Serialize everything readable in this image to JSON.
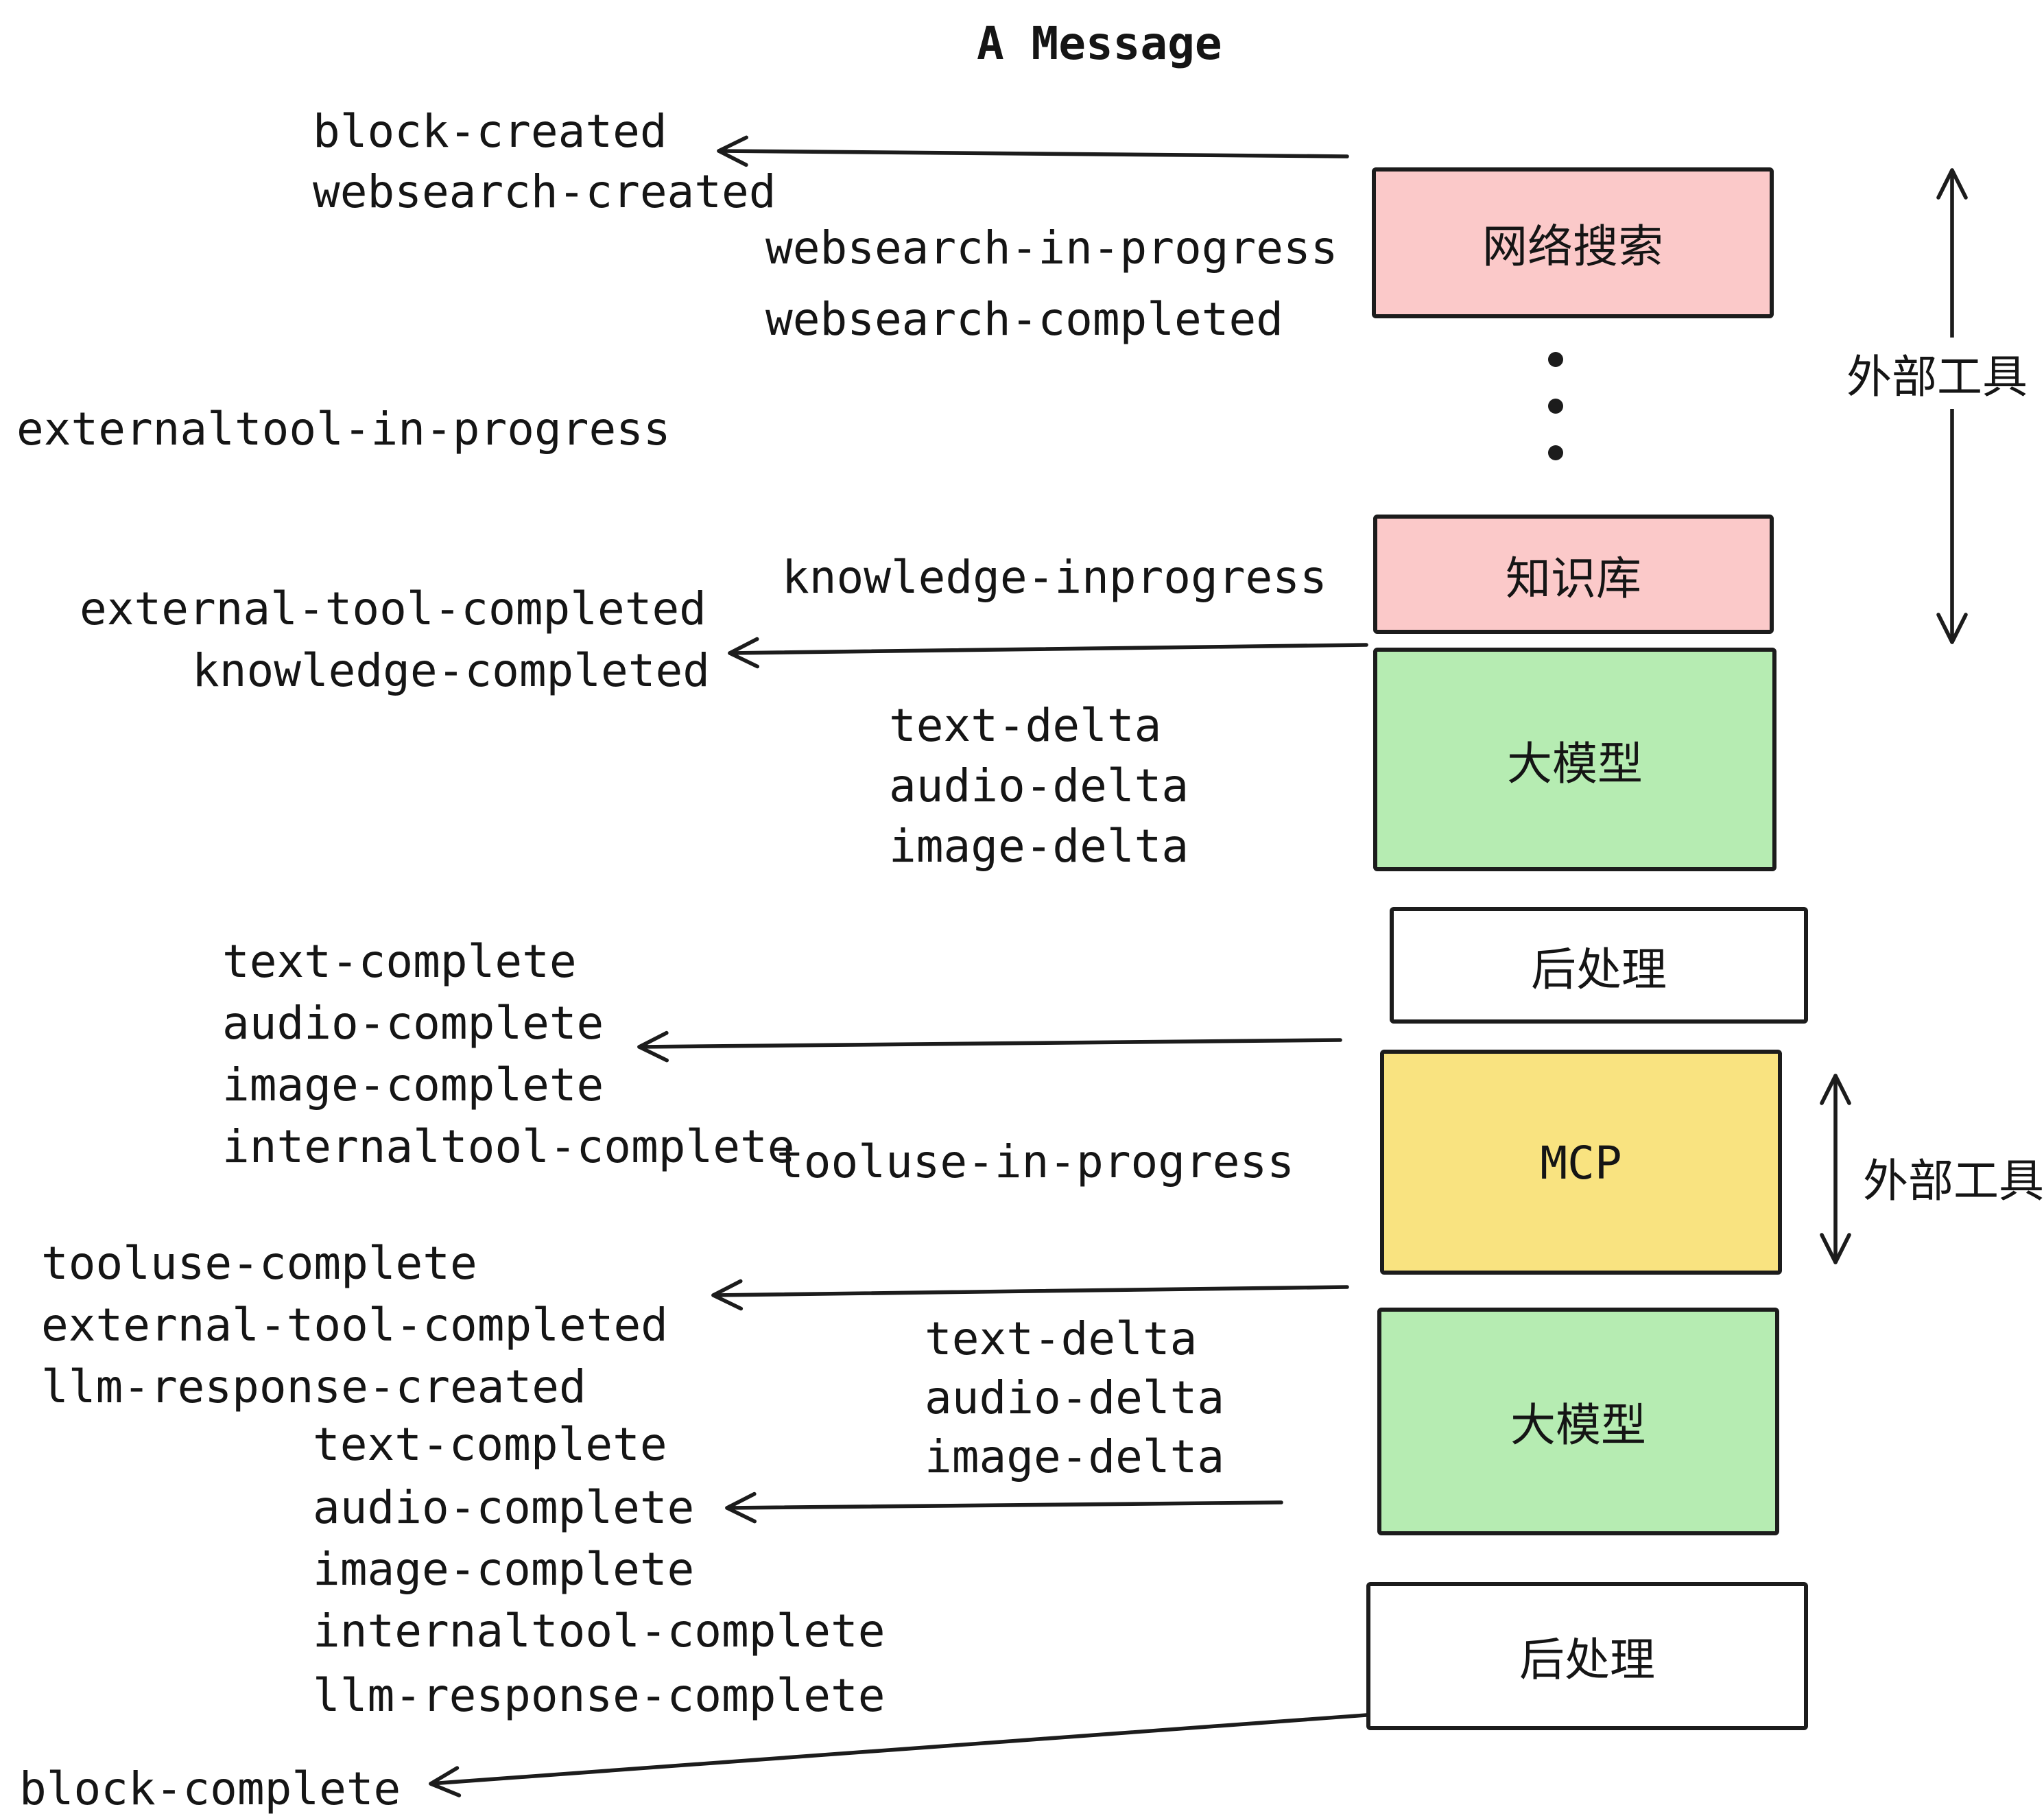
{
  "title": "A Message",
  "events": {
    "block_created": "block-created",
    "websearch_created": "websearch-created",
    "websearch_in_progress": "websearch-in-progress",
    "websearch_completed": "websearch-completed",
    "externaltool_in_progress": "externaltool-in-progress",
    "knowledge_inprogress": "knowledge-inprogress",
    "external_tool_completed_1": "external-tool-completed",
    "knowledge_completed": "knowledge-completed",
    "text_delta_1": "text-delta",
    "audio_delta_1": "audio-delta",
    "image_delta_1": "image-delta",
    "text_complete_1": "text-complete",
    "audio_complete_1": "audio-complete",
    "image_complete_1": "image-complete",
    "internaltool_complete_1": "internaltool-complete",
    "tooluse_in_progress": "tooluse-in-progress",
    "tooluse_complete": "tooluse-complete",
    "external_tool_completed_2": "external-tool-completed",
    "llm_response_created": "llm-response-created",
    "text_delta_2": "text-delta",
    "audio_delta_2": "audio-delta",
    "image_delta_2": "image-delta",
    "text_complete_2": "text-complete",
    "audio_complete_2": "audio-complete",
    "image_complete_2": "image-complete",
    "internaltool_complete_2": "internaltool-complete",
    "llm_response_complete": "llm-response-complete",
    "block_complete": "block-complete"
  },
  "boxes": {
    "websearch": {
      "label": "网络搜索",
      "fill": "#fbc9c9"
    },
    "knowledge": {
      "label": "知识库",
      "fill": "#fbc9c9"
    },
    "llm_1": {
      "label": "大模型",
      "fill": "#b6ecb2"
    },
    "postprocess_1": {
      "label": "后处理",
      "fill": "#ffffff"
    },
    "mcp": {
      "label": "MCP",
      "fill": "#f9e380"
    },
    "llm_2": {
      "label": "大模型",
      "fill": "#b6ecb2"
    },
    "postprocess_2": {
      "label": "后处理",
      "fill": "#ffffff"
    }
  },
  "annotations": {
    "external_tools_top": "外部工具",
    "external_tools_bottom": "外部工具"
  },
  "colors": {
    "line": "#1c1c1c",
    "text": "#151515",
    "pink": "#fbc9c9",
    "green": "#b6ecb2",
    "yellow": "#f9e380",
    "white": "#ffffff"
  }
}
